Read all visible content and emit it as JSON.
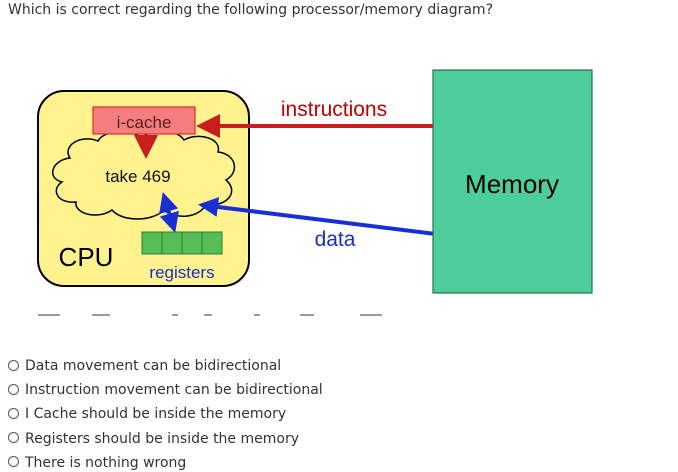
{
  "question": "Which is correct regarding the following processor/memory diagram?",
  "diagram": {
    "icache_label": "i-cache",
    "instructions_label": "instructions",
    "take_label": "take 469",
    "memory_label": "Memory",
    "data_label": "data",
    "cpu_label": "CPU",
    "registers_label": "registers",
    "colors": {
      "cpu_fill": "#FFF28F",
      "cpu_border": "#000000",
      "icache_fill": "#F27E7E",
      "icache_border": "#D93030",
      "memory_fill": "#4DCD99",
      "instructions_arrow": "#C81E1E",
      "data_arrow": "#1A2ED6",
      "registers_fill": "#57BE57",
      "label_red": "#C00000",
      "label_blue": "#1930C8"
    }
  },
  "options": [
    {
      "label": "Data movement can be bidirectional",
      "selected": false
    },
    {
      "label": "Instruction movement can be bidirectional",
      "selected": false
    },
    {
      "label": "I Cache should be inside the memory",
      "selected": false
    },
    {
      "label": "Registers should be inside the memory",
      "selected": false
    },
    {
      "label": "There is nothing wrong",
      "selected": false
    }
  ]
}
